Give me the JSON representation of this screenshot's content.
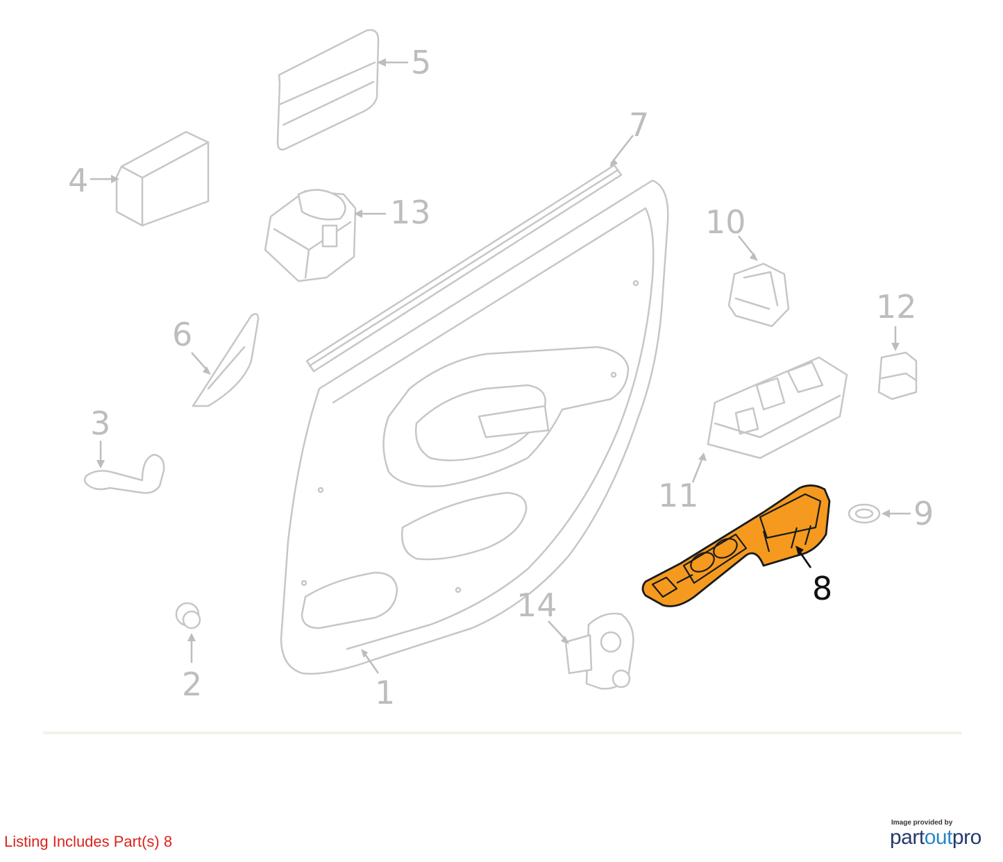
{
  "callouts": {
    "p1": "1",
    "p2": "2",
    "p3": "3",
    "p4": "4",
    "p5": "5",
    "p6": "6",
    "p7": "7",
    "p8": "8",
    "p9": "9",
    "p10": "10",
    "p11": "11",
    "p12": "12",
    "p13": "13",
    "p14": "14"
  },
  "colors": {
    "highlight_fill": "#f59a1f",
    "ghost_stroke": "#c6c6c6",
    "note_text": "#d8251d",
    "logo_dark": "#243b6b",
    "logo_light": "#2a86c8"
  },
  "footer": {
    "listing_note": "Listing Includes Part(s) 8",
    "provider_caption": "Image provided by",
    "logo": {
      "part": "part",
      "out": "out",
      "pro": "pro"
    }
  }
}
